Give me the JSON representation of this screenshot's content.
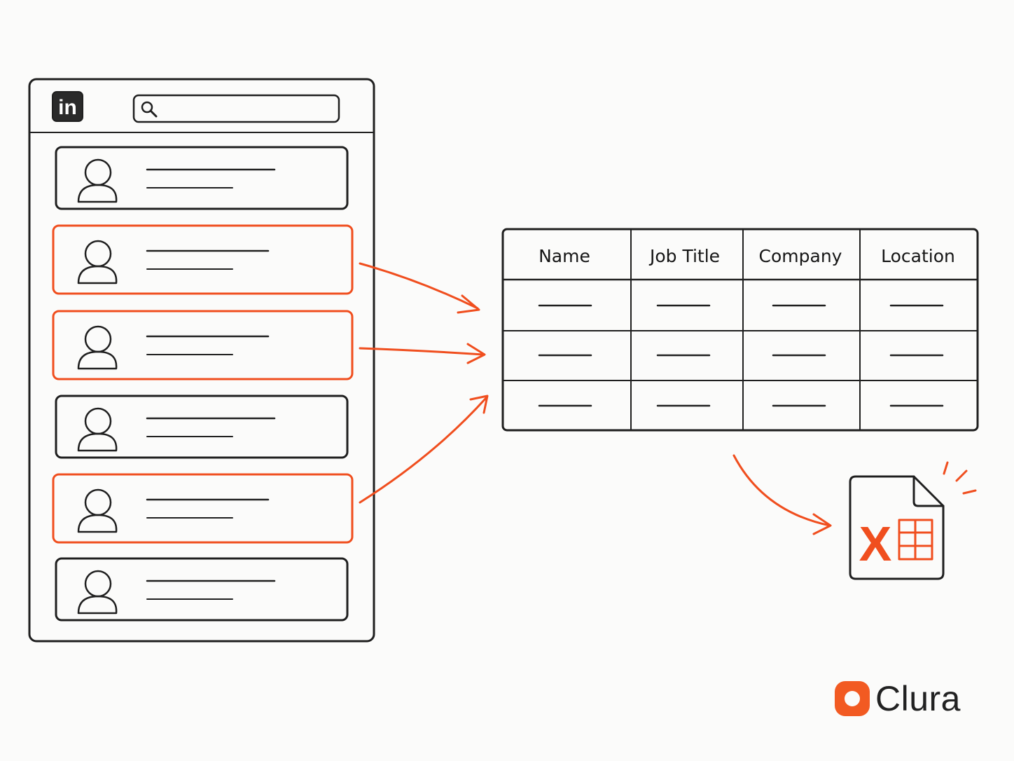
{
  "colors": {
    "accent": "#f04e1e",
    "ink": "#1f1f1f",
    "background": "#fbfbfa"
  },
  "browser": {
    "logo": "in",
    "search_icon": "search-icon",
    "profiles": [
      {
        "highlighted": false
      },
      {
        "highlighted": true
      },
      {
        "highlighted": true
      },
      {
        "highlighted": false
      },
      {
        "highlighted": true
      },
      {
        "highlighted": false
      }
    ]
  },
  "table": {
    "headers": [
      "Name",
      "Job Title",
      "Company",
      "Location"
    ],
    "row_count": 3
  },
  "export": {
    "file_icon": "excel-file-icon",
    "letter": "X"
  },
  "brand": {
    "name": "Clura"
  }
}
